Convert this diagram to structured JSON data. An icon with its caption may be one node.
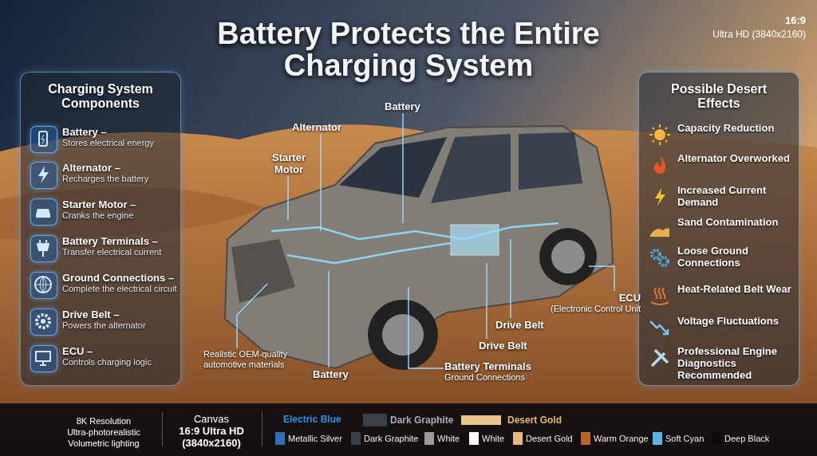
{
  "diagram": {
    "title": "Battery Protects the Entire Charging System",
    "nodes": [
      {
        "text": [
          "Charging System Components"
        ]
      },
      {
        "text": [
          "Battery –",
          "Stores electrical energy"
        ],
        "in": 0
      },
      {
        "text": [
          "Alternator –",
          "Recharges the battery"
        ],
        "in": 0
      },
      {
        "text": [
          "Starter Motor –",
          "Cranks the engine"
        ],
        "in": 0
      },
      {
        "text": [
          "Battery Terminals –",
          "Transfer electrical current"
        ],
        "in": 0
      },
      {
        "text": [
          "Ground Connections –",
          "Complete the electrical circuit"
        ],
        "in": 0
      },
      {
        "text": [
          "Drive Belt –",
          "Powers the alternator"
        ],
        "in": 0
      },
      {
        "text": [
          "ECU –",
          "Controls charging logic"
        ],
        "in": 0
      },
      {
        "text": [
          "Possible Desert Effects"
        ]
      },
      {
        "text": [
          "Capacity Reduction"
        ],
        "in": 8
      },
      {
        "text": [
          "Alternator Overworked"
        ],
        "in": 8
      },
      {
        "text": [
          "Increased Current Demand"
        ],
        "in": 8
      },
      {
        "text": [
          "Sand Contamination"
        ],
        "in": 8
      },
      {
        "text": [
          "Loose Ground Connections"
        ],
        "in": 8
      },
      {
        "text": [
          "Heat-Related Belt Wear"
        ],
        "in": 8
      },
      {
        "text": [
          "Voltage Fluctuations"
        ],
        "in": 8
      },
      {
        "text": [
          "Professional Engine Diagnostics Recommended"
        ],
        "in": 8
      },
      {
        "text": [
          "Battery"
        ]
      },
      {
        "text": [
          "Alternator"
        ]
      },
      {
        "text": [
          "Starter Motor"
        ]
      },
      {
        "text": [
          "Realistic OEM-quality automotive materials"
        ]
      },
      {
        "text": [
          "Battery"
        ]
      },
      {
        "text": [
          "Battery Terminals",
          "Ground Connections"
        ]
      },
      {
        "text": [
          "Drive Belt"
        ]
      },
      {
        "text": [
          "Drive Belt"
        ]
      },
      {
        "text": [
          "ECU",
          "(Electronic Control Unit"
        ]
      }
    ],
    "edges": [
      {
        "from": 17,
        "to": null,
        "arrow": "none"
      },
      {
        "from": 18,
        "to": null,
        "arrow": "none"
      },
      {
        "from": 19,
        "to": null,
        "arrow": "none"
      },
      {
        "from": 20,
        "to": null,
        "arrow": "none"
      },
      {
        "from": 21,
        "to": null,
        "arrow": "none"
      },
      {
        "from": 22,
        "to": null,
        "arrow": "none"
      },
      {
        "from": 23,
        "to": null,
        "arrow": "none"
      },
      {
        "from": 24,
        "to": null,
        "arrow": "none"
      },
      {
        "from": 25,
        "to": null,
        "arrow": "none"
      }
    ],
    "labels": [
      "16:9",
      "Ultra HD (3840x2160)",
      "8K Resolution",
      "Ultra-photorealistic",
      "Volumetric lighting",
      "Canvas",
      "16:9 Ultra HD (3840x2160)"
    ],
    "legend": [
      {
        "text": "Electric Blue",
        "color": "#2f8fe0"
      },
      {
        "text": "Dark Graphite",
        "color": "#3b4048"
      },
      {
        "text": "Desert Gold",
        "color": "#e9c58c"
      },
      {
        "text": "Metallic Silver",
        "color": "#2a6fb8"
      },
      {
        "text": "Dark Graphite",
        "color": "#3a3f47"
      },
      {
        "text": "White",
        "color": "#9a9a9a"
      },
      {
        "text": "White",
        "color": "#ffffff"
      },
      {
        "text": "Desert Gold",
        "color": "#e8b878"
      },
      {
        "text": "Warm Orange",
        "color": "#b8642a"
      },
      {
        "text": "Soft Cyan",
        "color": "#5fb4e6"
      },
      {
        "text": "Deep Black",
        "color": "#0b0b0d"
      }
    ]
  }
}
